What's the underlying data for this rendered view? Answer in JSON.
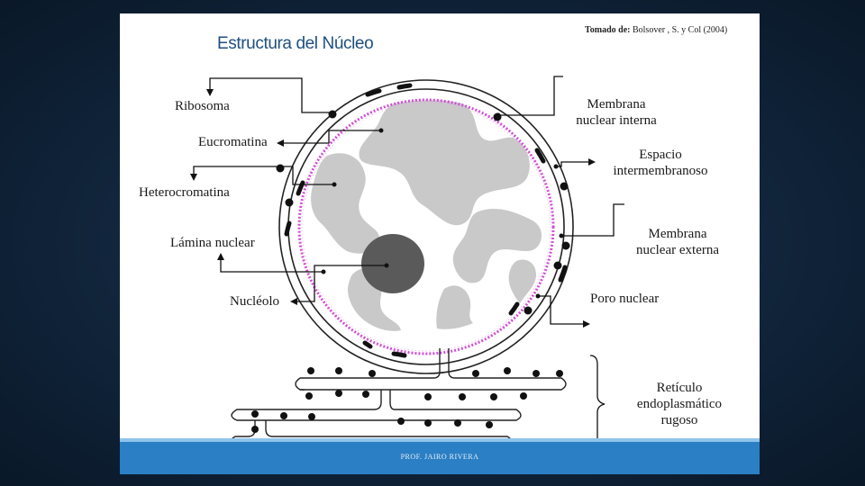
{
  "title": "Estructura del Núcleo",
  "source": {
    "prefix": "Tomado de:",
    "text": "Bolsover , S. y Col (2004)"
  },
  "labels": {
    "ribosoma": "Ribosoma",
    "eucromatina": "Eucromatina",
    "heterocromatina": "Heterocromatina",
    "lamina": "Lámina nuclear",
    "nucleolo": "Nucléolo",
    "membrana_interna_1": "Membrana",
    "membrana_interna_2": "nuclear interna",
    "espacio_1": "Espacio",
    "espacio_2": "intermembranoso",
    "membrana_externa_1": "Membrana",
    "membrana_externa_2": "nuclear externa",
    "poro": "Poro nuclear",
    "reticulo_1": "Retículo",
    "reticulo_2": "endoplasmático",
    "reticulo_3": "rugoso"
  },
  "footer": "PROF. JAIRO RIVERA",
  "colors": {
    "title": "#1f4f7f",
    "lamina": "#d24fd6",
    "chromatin": "#c9c9c9",
    "nucleolus": "#5a5a5a",
    "footer": "#2b7fc4"
  }
}
